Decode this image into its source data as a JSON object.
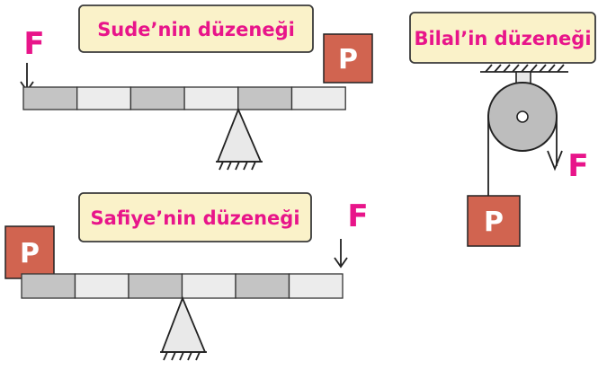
{
  "colors": {
    "label_fill": "#faf2c9",
    "label_text": "#e8158a",
    "force_text": "#e8158a",
    "block_fill": "#d16450",
    "block_text": "#ffffff",
    "segment_light": "#ececec",
    "segment_dark": "#c4c4c4",
    "pivot_fill": "#e9e9e9",
    "pulley_fill": "#bdbdbd"
  },
  "sude": {
    "title": "Sude’nin düzeneği",
    "force_label": "F",
    "block_label": "P"
  },
  "bilal": {
    "title": "Bilal’in düzeneği",
    "force_label": "F",
    "block_label": "P"
  },
  "safiye": {
    "title": "Safiye’nin düzeneği",
    "force_label": "F",
    "block_label": "P"
  },
  "icons": [
    "down-arrow-icon",
    "fulcrum-triangle",
    "ceiling-hatch",
    "pulley-wheel"
  ]
}
